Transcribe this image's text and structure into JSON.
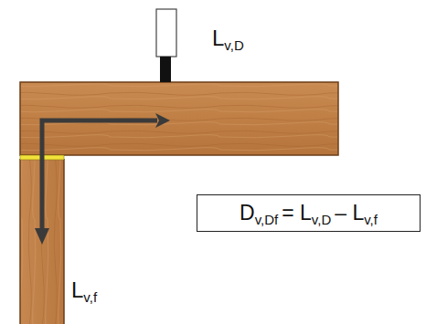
{
  "diagram": {
    "nodes": [
      {
        "text": [
          "D",
          "v,Df",
          "= L",
          "v,D",
          "– L",
          "v,f"
        ]
      }
    ],
    "labels": [
      "L",
      "v,D",
      "L",
      "v,f"
    ]
  }
}
